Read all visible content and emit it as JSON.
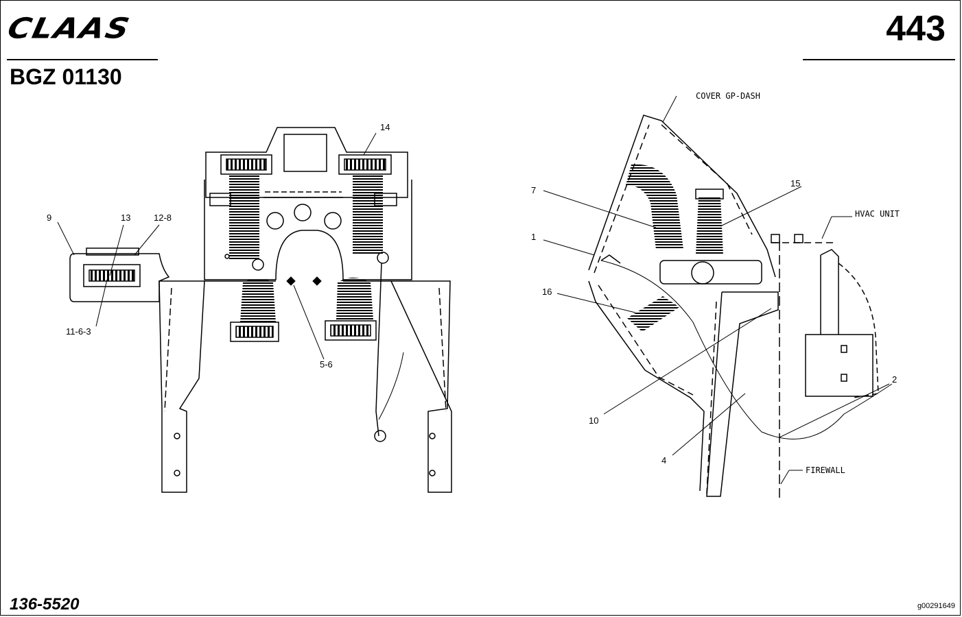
{
  "header": {
    "brand": "CLAAS",
    "page_number": "443",
    "document_code": "BGZ 01130"
  },
  "footer": {
    "part_number": "136-5520",
    "image_code": "g00291649"
  },
  "left_view": {
    "callouts": [
      "14",
      "9",
      "13",
      "12-8",
      "11-6-3",
      "5-6"
    ]
  },
  "right_view": {
    "callouts": [
      "7",
      "15",
      "1",
      "16",
      "10",
      "4",
      "2"
    ],
    "notes": [
      "COVER GP-DASH",
      "HVAC UNIT",
      "FIREWALL"
    ]
  }
}
